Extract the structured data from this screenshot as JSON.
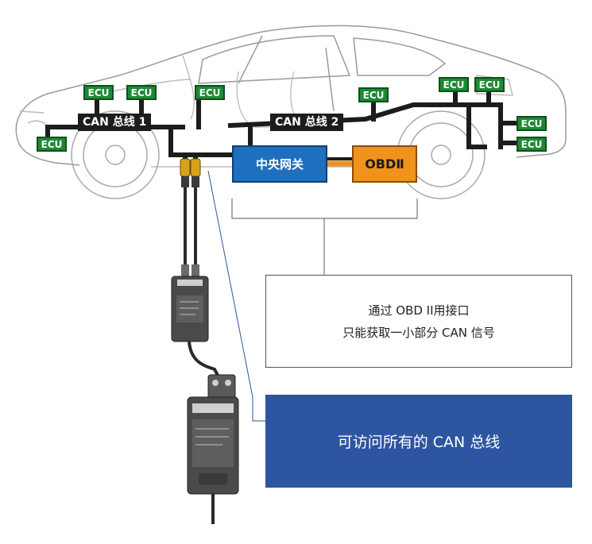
{
  "bus1_label": "CAN 总线 1",
  "bus2_label": "CAN 总线 2",
  "ecu_label": "ECU",
  "gateway_label": "中央网关",
  "obd_label": "OBDⅡ",
  "note": {
    "line1": "通过 OBD II用接口",
    "line2": "只能获取一小部分 CAN 信号"
  },
  "highlight": "可访问所有的 CAN 总线",
  "colors": {
    "ecu": "#1e8a34",
    "gateway": "#1f6fbf",
    "obd": "#f0921b",
    "bus": "#1c1c1c",
    "highlight_box": "#2e55a1"
  }
}
